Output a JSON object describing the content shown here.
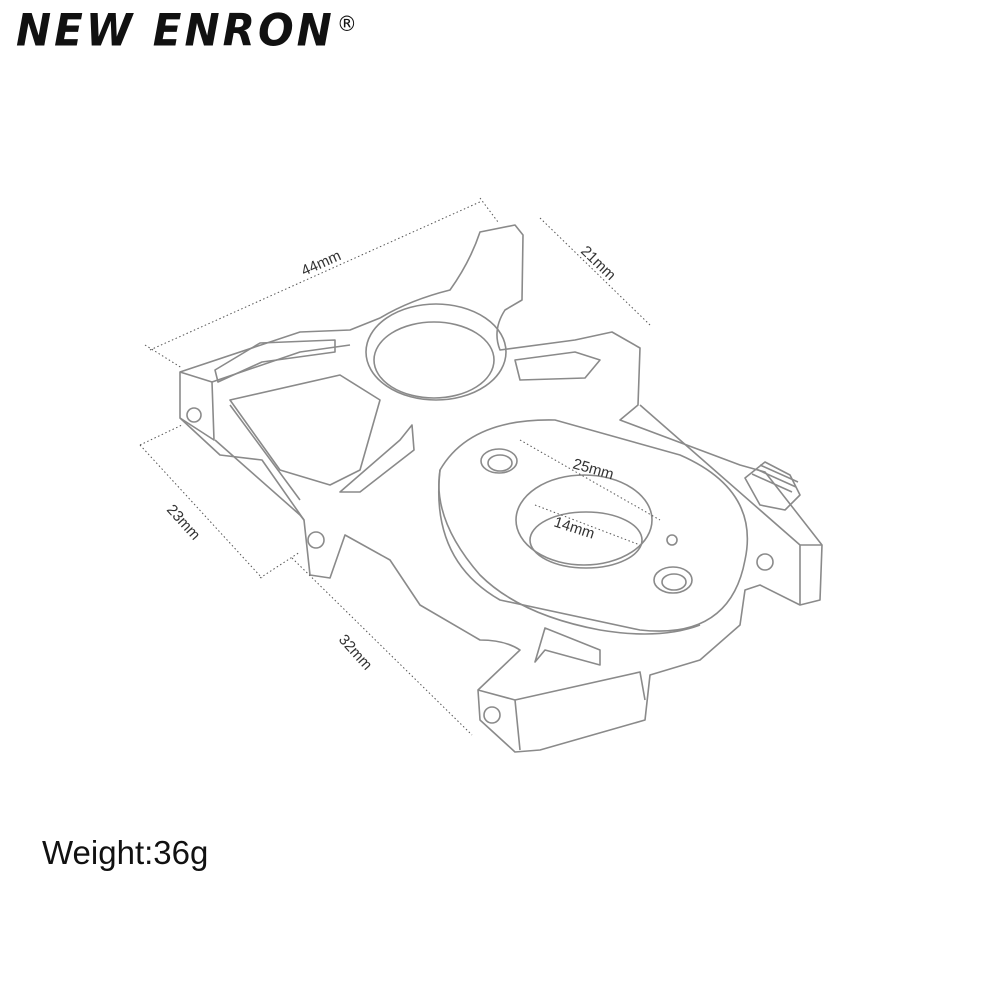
{
  "brand": {
    "name": "NEW ENRON",
    "mark": "®"
  },
  "dimensions": {
    "length_top": "44mm",
    "width_right": "21mm",
    "height_left": "23mm",
    "length_bottom": "32mm",
    "hole_outer": "25mm",
    "hole_inner": "14mm"
  },
  "weight": {
    "label": "Weight:36g"
  },
  "colors": {
    "line": "#8a8a8a",
    "dim_line": "#555555",
    "text": "#111111"
  }
}
